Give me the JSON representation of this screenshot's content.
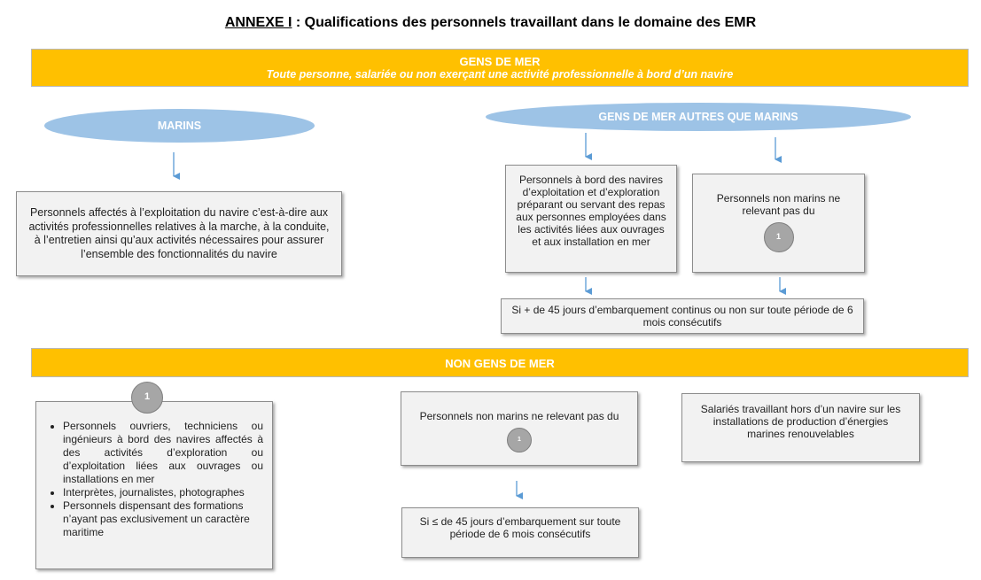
{
  "title": {
    "prefix": "ANNEXE I",
    "rest": " : Qualifications des personnels travaillant dans le domaine des EMR"
  },
  "gens_de_mer": {
    "heading": "GENS DE MER",
    "subtitle": "Toute personne, salariée ou non exerçant une activité professionnelle à bord d’un navire"
  },
  "marins": {
    "label": "MARINS",
    "box_text": "Personnels affectés à l’exploitation du navire c’est-à-dire aux activités professionnelles relatives à la marche, à la conduite, à l’entretien ainsi qu’aux activités nécessaires pour assurer l’ensemble des fonctionnalités du navire"
  },
  "autres_que_marins": {
    "label": "GENS DE MER AUTRES QUE MARINS",
    "box_left": "Personnels à bord des navires d’exploitation et d’exploration préparant ou servant des repas aux personnes employées dans les activités liées aux ouvrages et aux installation en mer",
    "box_right": "Personnels non marins ne relevant pas du",
    "box_right_ref": "1",
    "condition": "Si + de 45 jours d’embarquement continus ou non sur toute période de 6 mois consécutifs"
  },
  "non_gens_de_mer": {
    "heading": "NON GENS DE MER",
    "ref": "1",
    "list_items": [
      "Personnels ouvriers, techniciens ou ingénieurs à bord des navires affectés à des activités d’exploration ou d’exploitation liées aux ouvrages ou installations en mer",
      "Interprètes, journalistes, photographes",
      "Personnels dispensant des formations n’ayant pas exclusivement un caractère maritime"
    ],
    "middle_box": "Personnels non marins ne relevant pas du",
    "middle_ref": "1",
    "middle_condition": "Si ≤ de 45 jours d’embarquement sur toute période de 6 mois consécutifs",
    "right_box": "Salariés travaillant hors d’un navire sur les installations de production d’énergies marines renouvelables"
  },
  "colors": {
    "banner": "#ffc000",
    "ellipse": "#9dc3e6",
    "arrow": "#5b9bd5",
    "box_bg": "#f2f2f2",
    "ref_circle": "#a6a6a6"
  }
}
